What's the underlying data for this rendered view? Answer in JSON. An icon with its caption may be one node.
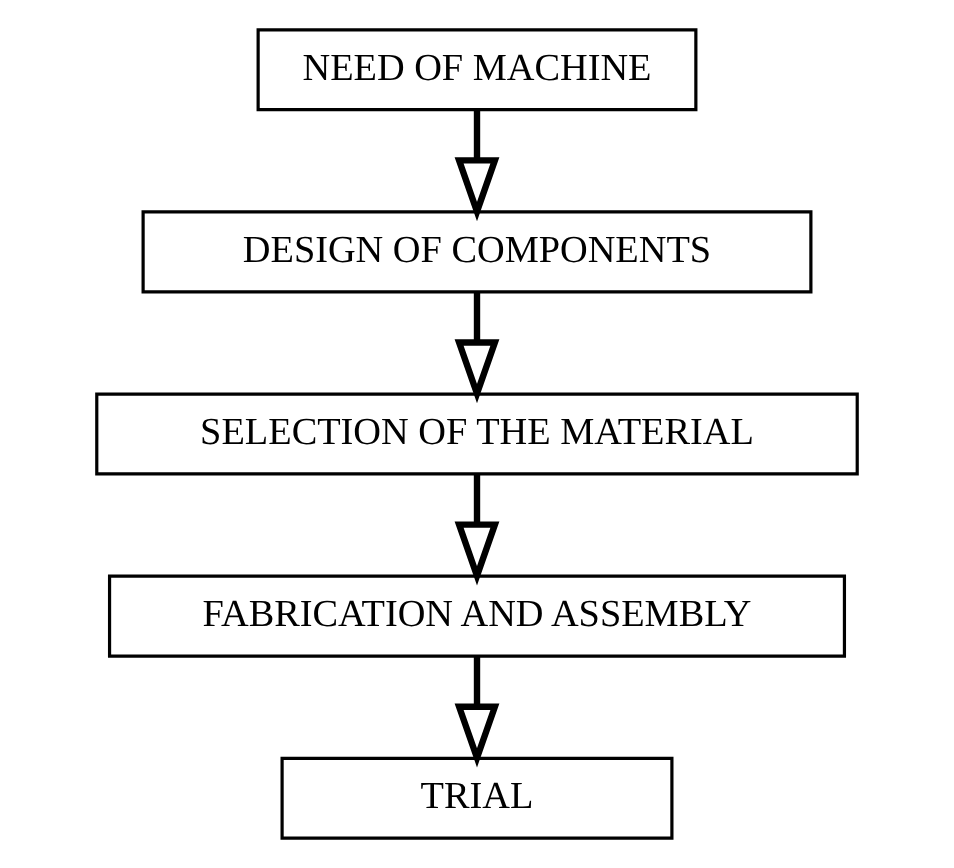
{
  "diagram": {
    "nodes": [
      {
        "text": [
          "NEED OF MACHINE"
        ]
      },
      {
        "text": [
          "DESIGN OF COMPONENTS"
        ]
      },
      {
        "text": [
          "SELECTION OF THE MATERIAL"
        ]
      },
      {
        "text": [
          "FABRICATION AND ASSEMBLY"
        ]
      },
      {
        "text": [
          "TRIAL"
        ]
      }
    ],
    "edges": [
      {
        "from": 0,
        "to": 1,
        "arrow": "to"
      },
      {
        "from": 1,
        "to": 2,
        "arrow": "to"
      },
      {
        "from": 2,
        "to": 3,
        "arrow": "to"
      },
      {
        "from": 3,
        "to": 4,
        "arrow": "to"
      }
    ]
  }
}
